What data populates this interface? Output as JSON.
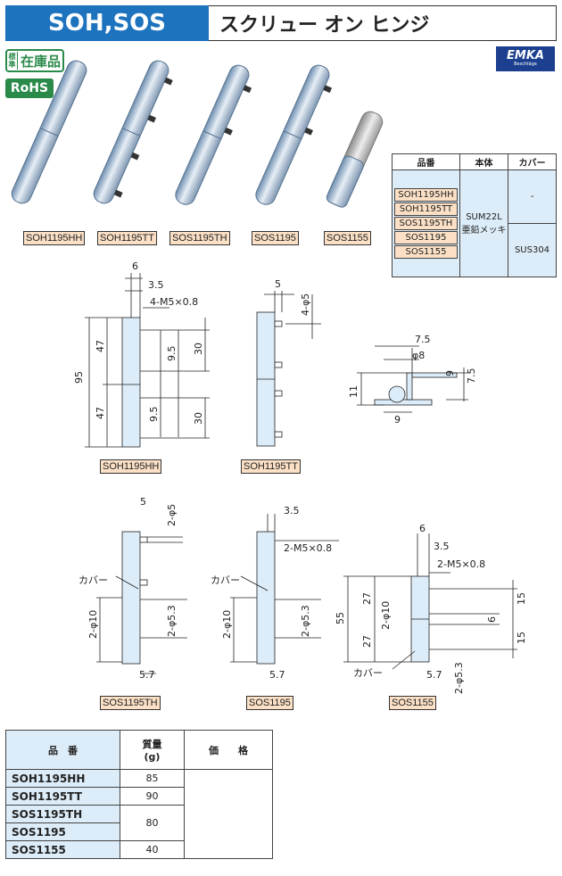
{
  "header": {
    "series": "SOH,SOS",
    "product_name": "スクリュー オン ヒンジ"
  },
  "badges": {
    "stock_small": "標準",
    "stock_big": "在庫品",
    "rohs": "RoHS"
  },
  "logo": {
    "brand": "EMKA",
    "sub": "Beschläge"
  },
  "photo_labels": [
    "SOH1195HH",
    "SOH1195TT",
    "SOS1195TH",
    "SOS1195",
    "SOS1155"
  ],
  "spec_table": {
    "headers": [
      "品番",
      "本体",
      "カバー"
    ],
    "codes": [
      "SOH1195HH",
      "SOH1195TT",
      "SOS1195TH",
      "SOS1195",
      "SOS1155"
    ],
    "body_material": "SUM22L",
    "body_finish": "亜鉛メッキ",
    "cover_none": "-",
    "cover_material": "SUS304"
  },
  "drawings": {
    "labels": [
      "SOH1195HH",
      "SOH1195TT",
      "SOS1195TH",
      "SOS1195",
      "SOS1155"
    ],
    "dims": {
      "d6": "6",
      "d3_5": "3.5",
      "m5_4": "4-M5×0.8",
      "d47": "47",
      "d95": "95",
      "d9_5": "9.5",
      "d30": "30",
      "d5": "5",
      "phi5_4": "4-φ5",
      "d7_5": "7.5",
      "phi8": "φ8",
      "d9": "9",
      "d11": "11",
      "phi5_2": "2-φ5",
      "phi10_2": "2-φ10",
      "phi5_3_2": "2-φ5.3",
      "d5_7": "5.7",
      "m5_2": "2-M5×0.8",
      "d55": "55",
      "d27": "27",
      "d15": "15",
      "cover": "カバー"
    }
  },
  "price_table": {
    "headers": [
      "品　番",
      "質量\n(g)",
      "価　　格"
    ],
    "mass_header_l1": "質量",
    "mass_header_l2": "(g)",
    "rows": [
      {
        "part": "SOH1195HH",
        "mass": "85"
      },
      {
        "part": "SOH1195TT",
        "mass": "90"
      },
      {
        "part": "SOS1195TH",
        "mass": "80"
      },
      {
        "part": "SOS1195",
        "mass": ""
      },
      {
        "part": "SOS1155",
        "mass": "40"
      }
    ]
  }
}
